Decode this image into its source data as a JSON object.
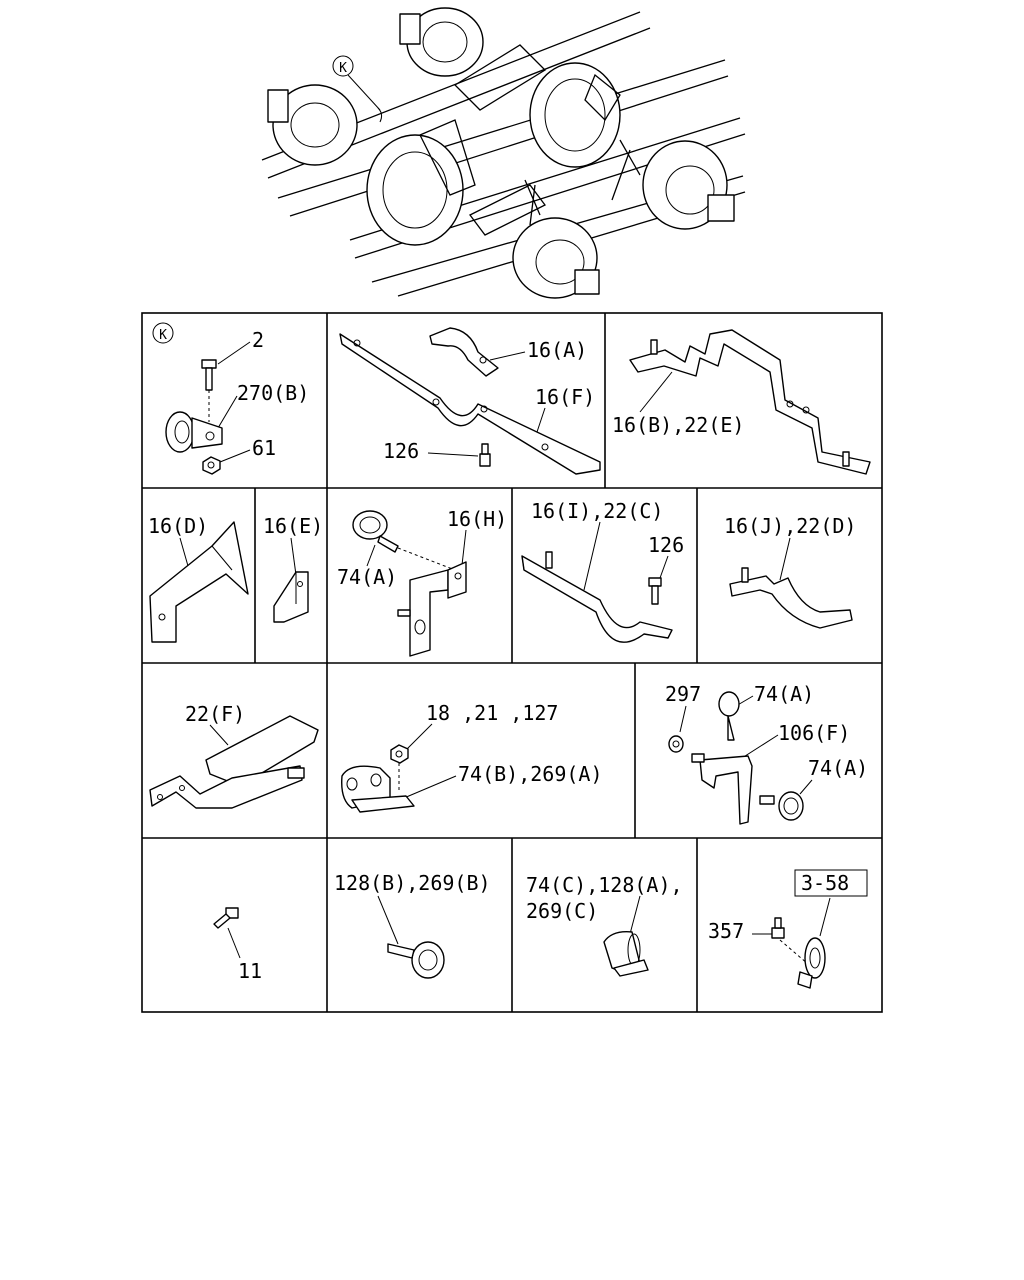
{
  "overview": {
    "callout": "K"
  },
  "cells": {
    "k_group": {
      "marker": "K",
      "labels": [
        "2",
        "270(B)",
        "61"
      ]
    },
    "bracket_16a_16f": {
      "labels": [
        "16(A)",
        "16(F)",
        "126"
      ]
    },
    "bracket_16b": {
      "labels": [
        "16(B),22(E)"
      ]
    },
    "bracket_16d": {
      "labels": [
        "16(D)"
      ]
    },
    "bracket_16e": {
      "labels": [
        "16(E)"
      ]
    },
    "bracket_16h": {
      "labels": [
        "16(H)",
        "74(A)"
      ]
    },
    "bracket_16i": {
      "labels": [
        "16(I),22(C)",
        "126"
      ]
    },
    "bracket_16j": {
      "labels": [
        "16(J),22(D)"
      ]
    },
    "bracket_22f": {
      "labels": [
        "22(F)"
      ]
    },
    "mount_74b": {
      "labels": [
        "18 ,21 ,127",
        "74(B),269(A)"
      ]
    },
    "clamp_106f": {
      "labels": [
        "297",
        "74(A)",
        "106(F)",
        "74(A)"
      ]
    },
    "bolt_11": {
      "labels": [
        "11"
      ]
    },
    "clamp_128b": {
      "labels": [
        "128(B),269(B)"
      ]
    },
    "clamp_74c": {
      "labels": [
        "74(C),128(A),",
        "269(C)"
      ]
    },
    "clip_357": {
      "labels": [
        "357",
        "3-58"
      ]
    }
  }
}
